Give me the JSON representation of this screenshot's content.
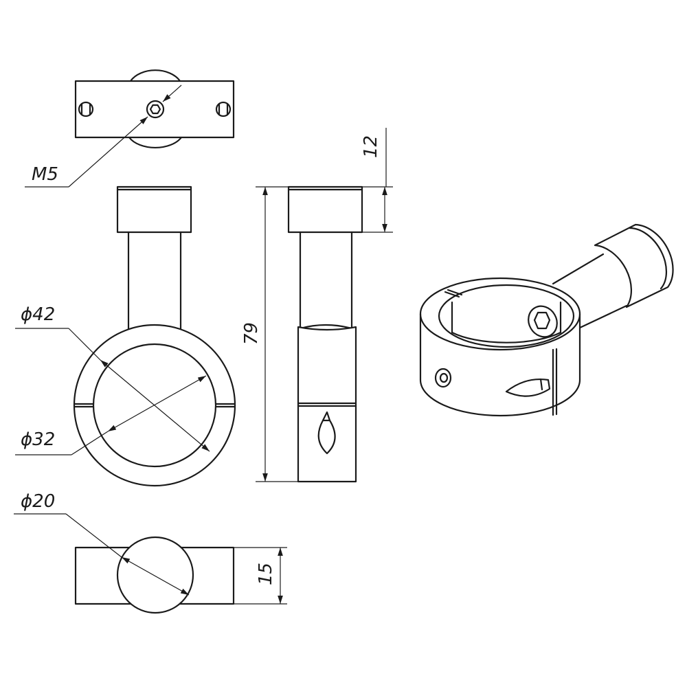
{
  "dimensions": {
    "thread": "M5",
    "outer_diameter": "ϕ42",
    "inner_diameter": "ϕ32",
    "rod_diameter": "ϕ20",
    "total_length": "79",
    "cap_height": "12",
    "thickness": "15"
  },
  "colors": {
    "line": "#1a1a1a",
    "background": "#ffffff"
  }
}
